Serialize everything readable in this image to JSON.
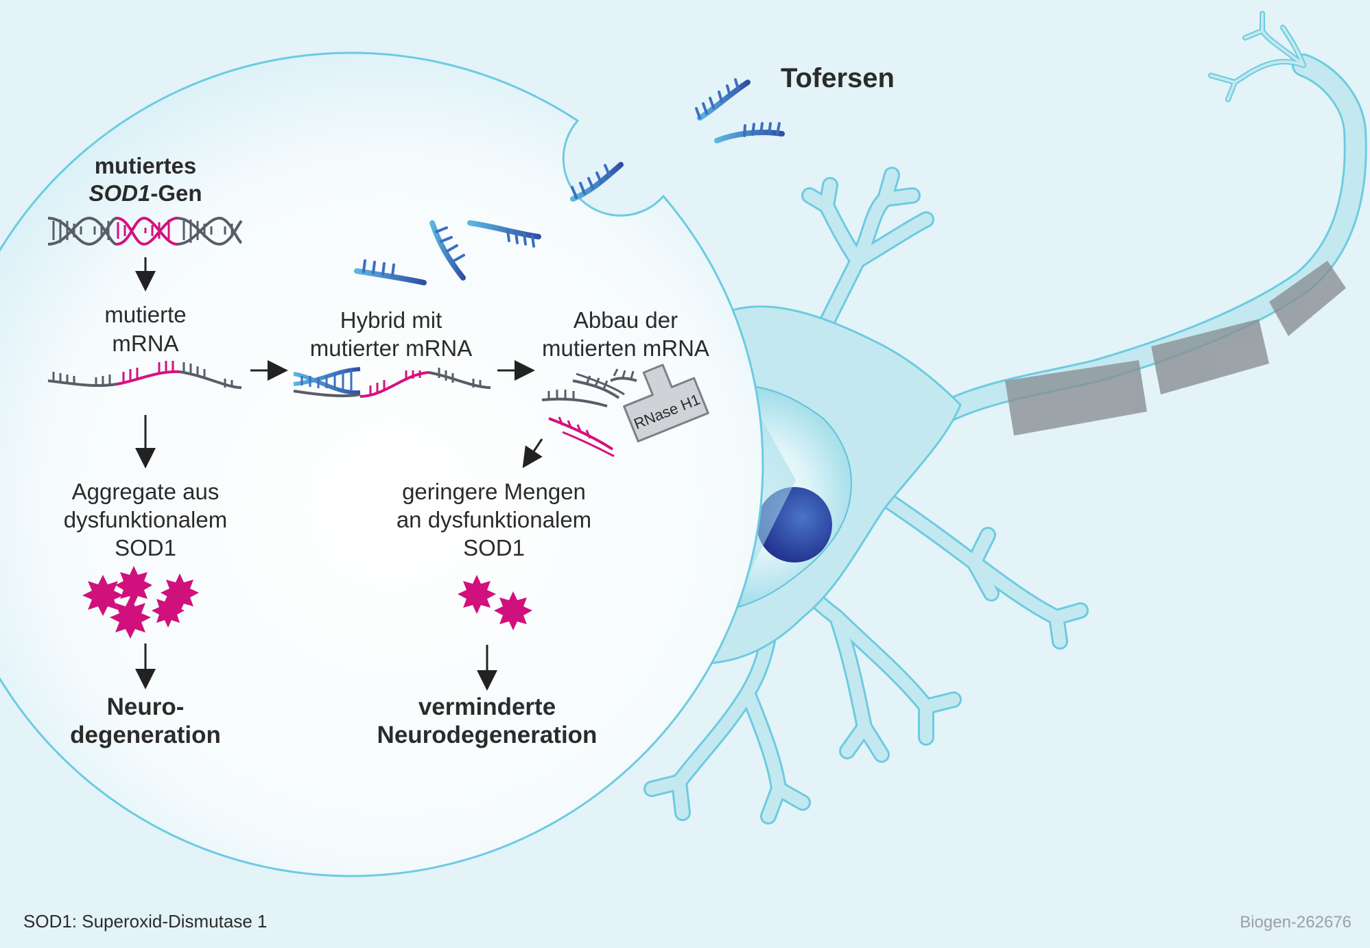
{
  "title": "Tofersen",
  "colors": {
    "background": "#e3f3f8",
    "cell": "#c4e8f0",
    "cell_outline": "#6ccbe0",
    "nucleus": "#2e3f9c",
    "mutant": "#d6107e",
    "dna": "#585d66",
    "aso": "#3b6fc0",
    "myelin": "#8a9095",
    "aggregate": "#d0107c"
  },
  "left_path": {
    "gene_line1": "mutiertes",
    "gene_line2_italic": "SOD1",
    "gene_line2_rest": "-Gen",
    "mrna_line1": "mutierte",
    "mrna_line2": "mRNA",
    "aggregate_line1": "Aggregate aus",
    "aggregate_line2": "dysfunktionalem",
    "aggregate_line3": "SOD1",
    "outcome_line1": "Neuro-",
    "outcome_line2": "degeneration"
  },
  "middle_path": {
    "hybrid_line1": "Hybrid mit",
    "hybrid_line2": "mutierter mRNA"
  },
  "right_path": {
    "abbau_line1": "Abbau der",
    "abbau_line2": "mutierten mRNA",
    "enzyme": "RNase H1",
    "reduced_line1": "geringere Mengen",
    "reduced_line2": "an dysfunktionalem",
    "reduced_line3": "SOD1",
    "outcome_line1": "verminderte",
    "outcome_line2": "Neurodegeneration"
  },
  "footnote": "SOD1: Superoxid-Dismutase 1",
  "credit": "Biogen-262676",
  "icons": [
    "dna-double-helix-icon",
    "mrna-strand-icon",
    "antisense-oligonucleotide-icon",
    "rnase-h1-enzyme-icon",
    "protein-aggregate-icon",
    "arrow-down-icon",
    "arrow-right-icon",
    "neuron-icon"
  ]
}
